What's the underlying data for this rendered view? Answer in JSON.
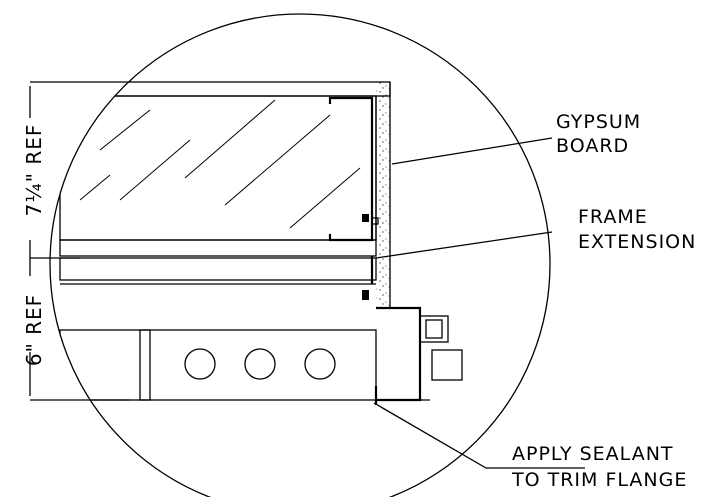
{
  "labels": {
    "gypsum_line1": "GYPSUM",
    "gypsum_line2": "BOARD",
    "frame_line1": "FRAME",
    "frame_line2": "EXTENSION",
    "sealant_line1": "APPLY SEALANT",
    "sealant_line2": "TO TRIM FLANGE"
  },
  "dimensions": {
    "upper": "7¼\" REF",
    "lower": "6\" REF"
  }
}
